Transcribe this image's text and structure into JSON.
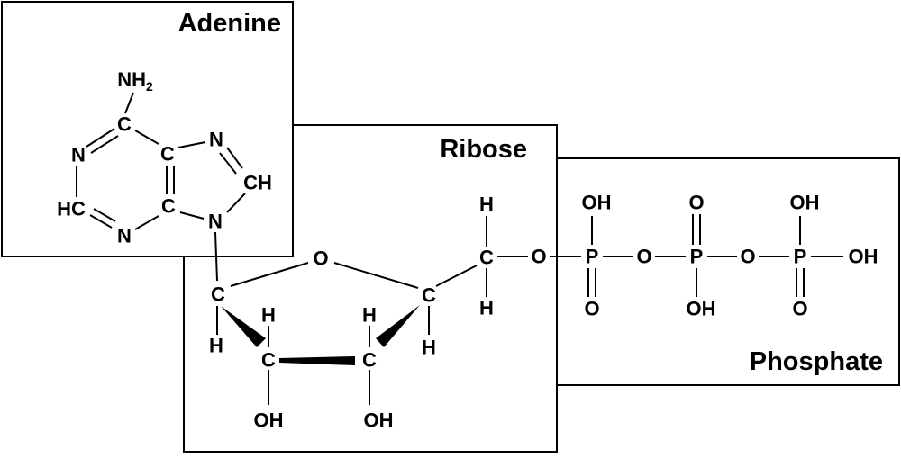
{
  "sections": {
    "adenine": "Adenine",
    "ribose": "Ribose",
    "phosphate": "Phosphate"
  },
  "adenine": {
    "nh2_main": "NH",
    "nh2_sub": "2",
    "c6": "C",
    "n1": "N",
    "c5": "C",
    "n7": "N",
    "c8": "CH",
    "c2": "HC",
    "c4": "C",
    "n3": "N",
    "n9": "N"
  },
  "ribose": {
    "o_ring": "O",
    "c1": "C",
    "h1": "H",
    "c2": "C",
    "h2": "H",
    "oh2": "OH",
    "c3": "C",
    "h3": "H",
    "oh3": "OH",
    "c4": "C",
    "h4": "H",
    "c5": "C",
    "h5a": "H",
    "h5b": "H"
  },
  "phosphate": {
    "o_link1": "O",
    "p1": "P",
    "p1_oh": "OH",
    "p1_o": "O",
    "o_link2": "O",
    "p2": "P",
    "p2_o": "O",
    "p2_oh": "OH",
    "o_link3": "O",
    "p3": "P",
    "p3_oh_top": "OH",
    "p3_o": "O",
    "p3_oh_right": "OH"
  }
}
